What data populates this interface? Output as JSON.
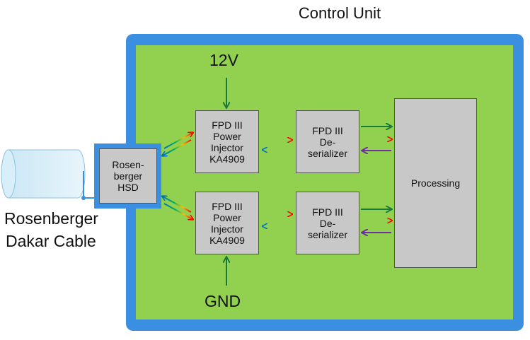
{
  "title": "Control Unit",
  "voltage_label": "12V",
  "ground_label": "GND",
  "cable_label_line1": "Rosenberger",
  "cable_label_line2": "Dakar Cable",
  "hsd_label": "Rosen-\nberger\nHSD",
  "injector_top_label": "FPD III\nPower\nInjector\nKA4909",
  "injector_bottom_label": "FPD III\nPower\nInjector\nKA4909",
  "deserializer_top_label": "FPD III\nDe-\nserializer",
  "deserializer_bottom_label": "FPD III\nDe-\nserializer",
  "processing_label": "Processing",
  "colors": {
    "frame_blue": "#3a8fe0",
    "board_green": "#92d050",
    "block_gray": "#c8c8c8",
    "arrow_green": "#1a7a3a",
    "arrow_purple": "#7030a0"
  }
}
